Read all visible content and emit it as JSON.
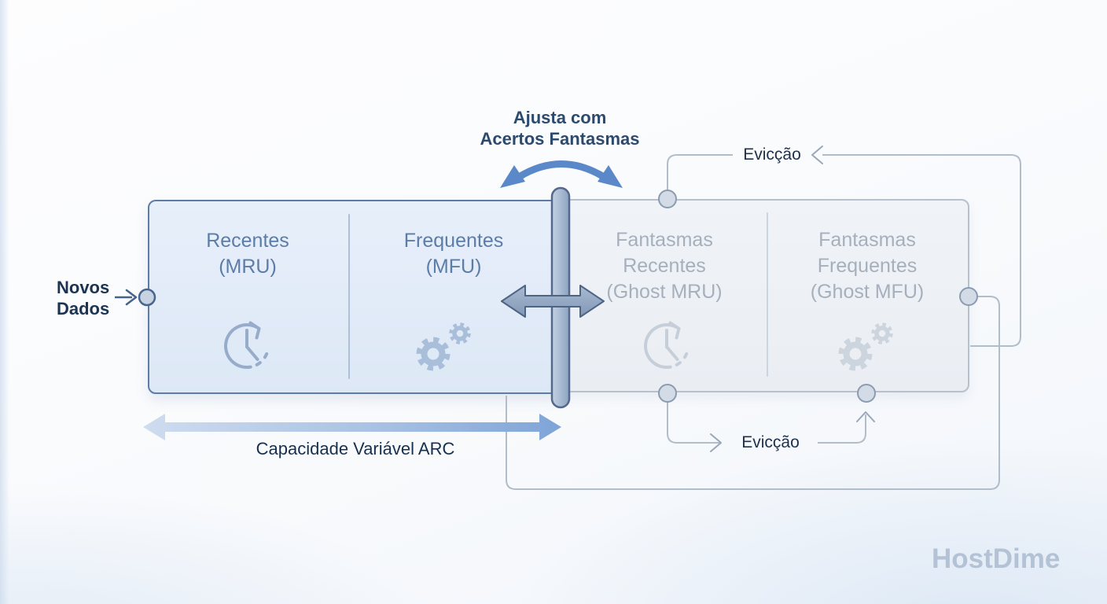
{
  "diagram": {
    "new_data": {
      "line1": "Novos",
      "line2": "Dados"
    },
    "adjust": {
      "line1": "Ajusta com",
      "line2": "Acertos Fantasmas"
    },
    "eviction_top": "Evicção",
    "eviction_bottom": "Evicção",
    "capacity": "Capacidade Variável ARC",
    "cache": {
      "recent": {
        "line1": "Recentes",
        "line2": "(MRU)"
      },
      "frequent": {
        "line1": "Frequentes",
        "line2": "(MFU)"
      },
      "ghost_recent": {
        "line1": "Fantasmas",
        "line2": "Recentes",
        "line3": "(Ghost MRU)"
      },
      "ghost_frequent": {
        "line1": "Fantasmas",
        "line2": "Frequentes",
        "line3": "(Ghost MFU)"
      }
    },
    "icons": {
      "recent": "clock-history-icon",
      "frequent": "gears-icon",
      "ghost_recent": "clock-history-icon",
      "ghost_frequent": "gears-icon"
    },
    "watermark": "HostDime",
    "colors": {
      "active_panel_fill": "#e2ebf8",
      "active_panel_border": "#5f7ca4",
      "active_label": "#5c7da7",
      "ghost_panel_fill": "#eef1f5",
      "ghost_panel_border": "#b7c1cc",
      "ghost_label": "#a6b0bc",
      "dark_text": "#1b3453",
      "adjust_arrow": "#5b88c9",
      "capacity_arrow_start": "#ccdbef",
      "capacity_arrow_end": "#7ea4d8",
      "partition_slider": "#98abc7",
      "connector_line": "#b2bdca",
      "watermark": "#b4c2d6"
    }
  }
}
